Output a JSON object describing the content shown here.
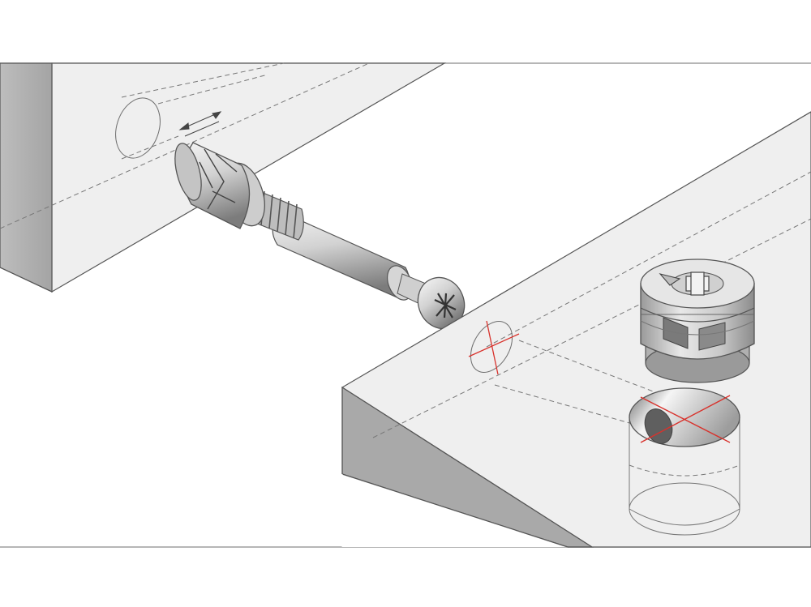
{
  "diagram": {
    "subject": "cam-lock-connector-assembly",
    "components": [
      "upper-panel",
      "connecting-bolt",
      "lower-panel",
      "cam-housing",
      "cam-bore"
    ],
    "colors": {
      "background": "#ffffff",
      "frame_line": "#8a8a8a",
      "panel_face": "#efefef",
      "panel_side_dark": "#a9a9a9",
      "panel_side_mid": "#c7c7c7",
      "outline": "#555555",
      "hidden_line": "#777777",
      "marking": "#d8322c",
      "metal_light": "#e6e6e6",
      "metal_mid": "#bdbdbd",
      "metal_dark": "#6e6e6e"
    }
  }
}
